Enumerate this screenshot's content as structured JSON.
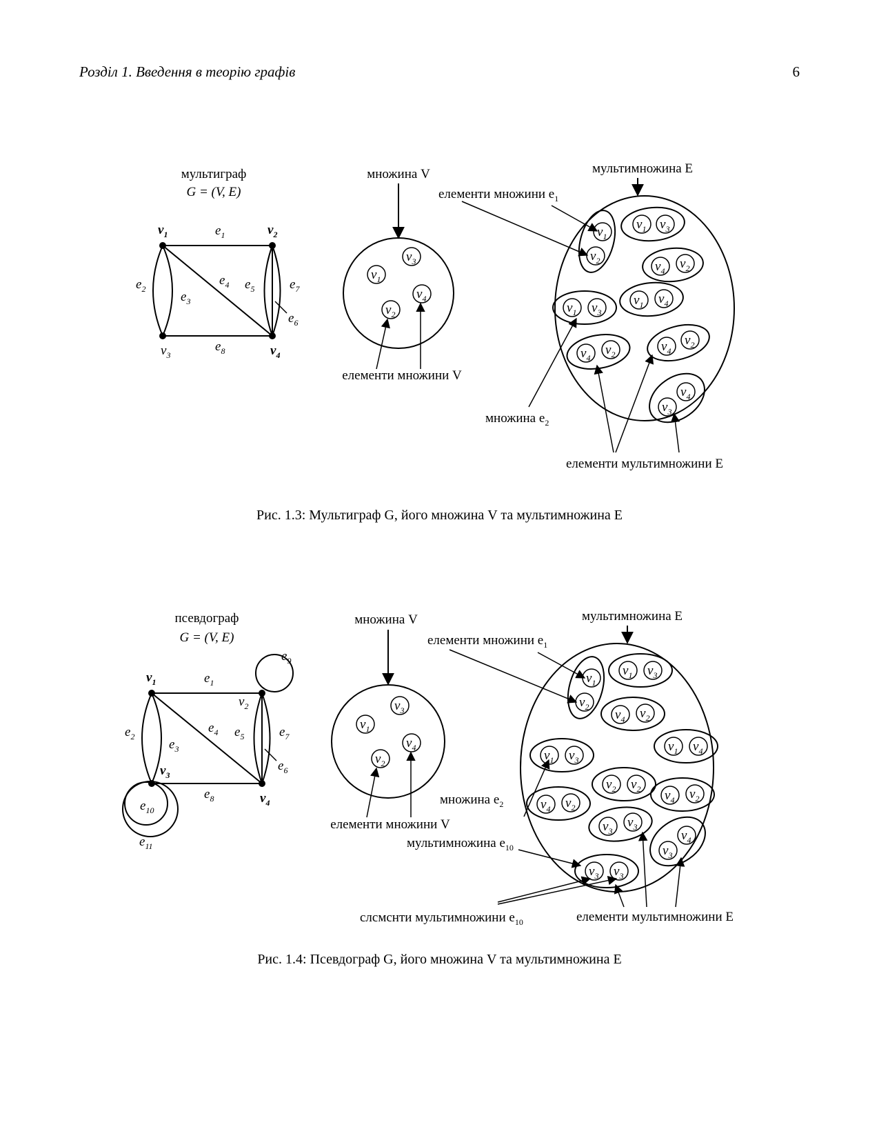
{
  "header": {
    "title": "Розділ 1.  Введення в теорію графів",
    "page_number": "6"
  },
  "figure1": {
    "graph_title": "мультиграф",
    "graph_formula": "G = (V, E)",
    "set_v_label": "множина V",
    "set_v_elements_label": "елементи множини V",
    "multiset_e_label": "мультимножина E",
    "set_e1_elements_label": "елементи множини e",
    "set_e1_elements_sub": "1",
    "set_e2_label": "множина e",
    "set_e2_sub": "2",
    "multiset_elements_label": "елементи мультимножини E",
    "caption": "Рис. 1.3: Мультиграф G, його множина V та мультимножина E"
  },
  "figure2": {
    "graph_title": "псевдограф",
    "graph_formula": "G = (V, E)",
    "set_v_label": "множина V",
    "set_v_elements_label": "елементи множини V",
    "multiset_e_label": "мультимножина E",
    "set_e1_elements_label": "елементи множини e",
    "set_e1_elements_sub": "1",
    "set_e2_label": "множина e",
    "set_e2_sub": "2",
    "multiset_e10_label": "мультимножина e",
    "multiset_e10_sub": "10",
    "multiset_e10_elements_label": "слсмснти мультимножини e",
    "multiset_e10_elements_sub": "10",
    "multiset_elements_label": "елементи мультимножини E",
    "caption": "Рис. 1.4: Псевдограф G, його множина V та мультимножина E"
  }
}
